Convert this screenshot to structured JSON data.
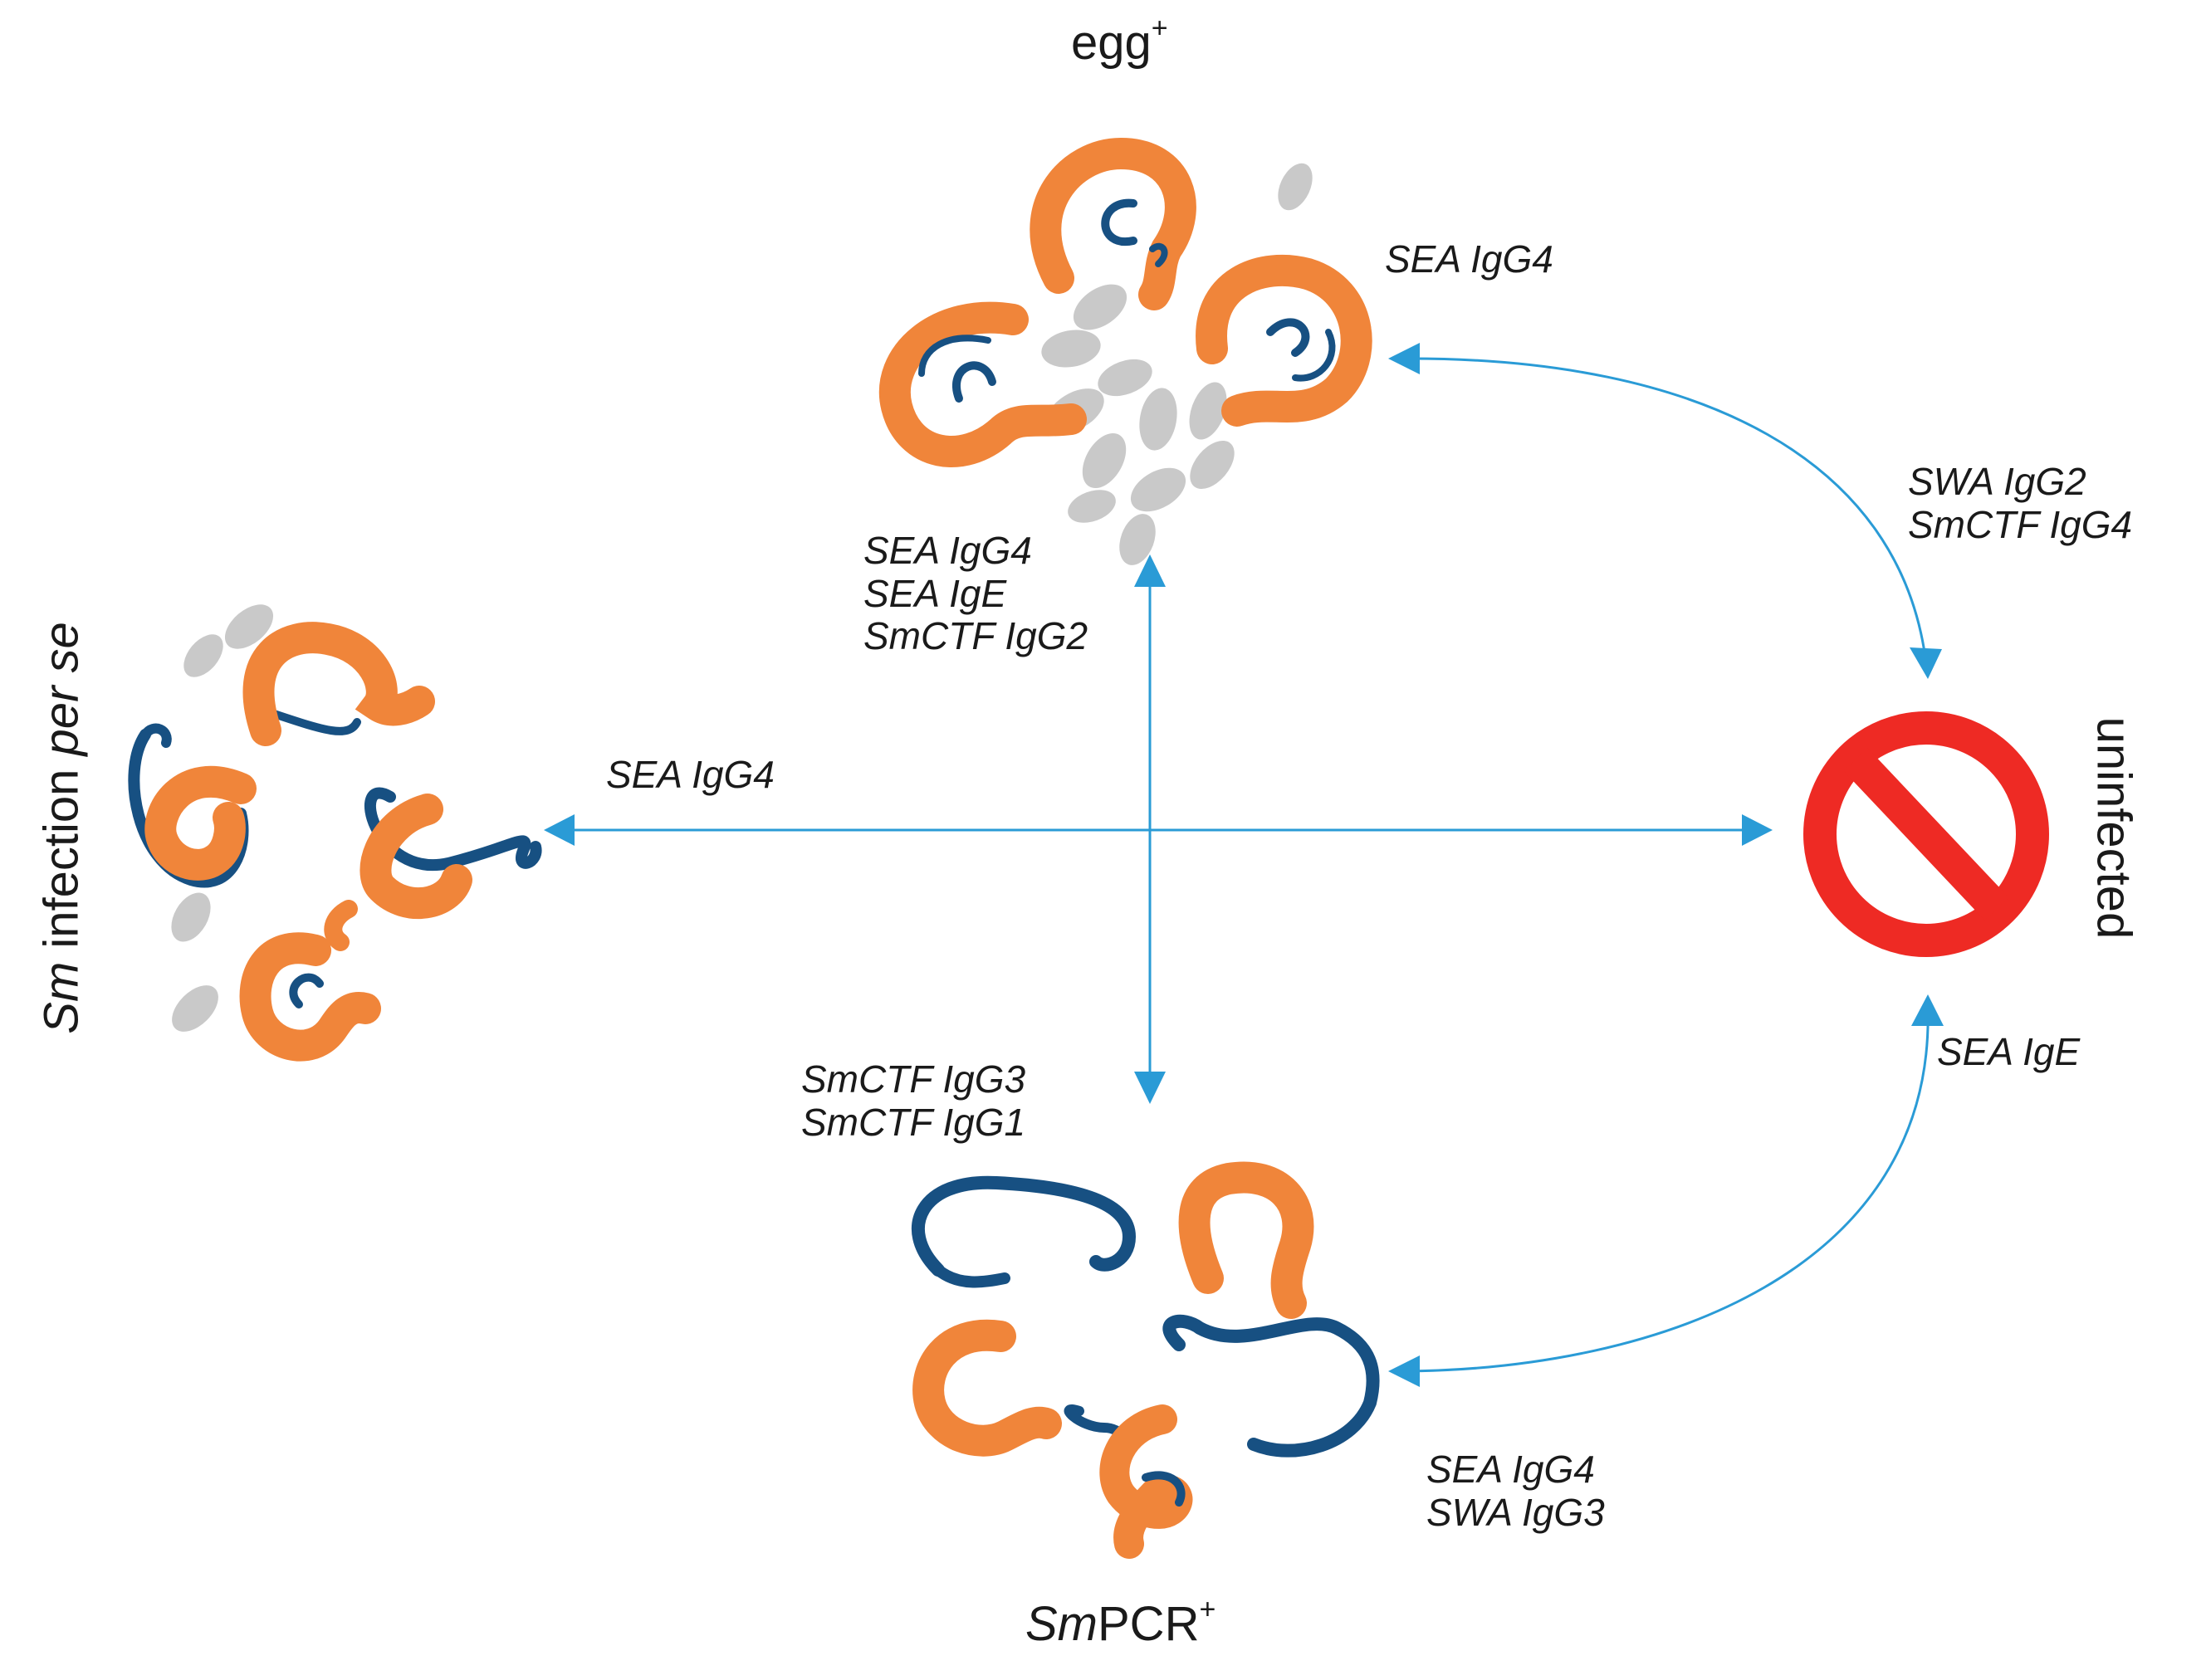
{
  "colors": {
    "arrow": "#2a9bd6",
    "male_worm": "#f0853a",
    "female_worm": "#175082",
    "egg": "#c9c9c9",
    "no_symbol": "#ee2a24"
  },
  "icons": {
    "egg_node": "egg-positive-worms-with-eggs-icon",
    "infection_node": "worms-and-eggs-infection-icon",
    "pcr_node": "worm-pairs-pcr-icon",
    "uninfected_node": "no-sign-icon"
  },
  "nodes": {
    "egg": {
      "name": "egg",
      "sup": "+"
    },
    "infection": {
      "italic": "Sm",
      "text": " infection ",
      "italic2": "per se"
    },
    "pcr": {
      "italic": "Sm",
      "text": "PCR",
      "sup": "+"
    },
    "uninfected": {
      "text": "uninfected"
    }
  },
  "labels": {
    "egg_uninfected_top": [
      "SEA IgG4"
    ],
    "egg_uninfected_right": [
      "SWA IgG2",
      "SmCTF IgG4"
    ],
    "egg_pcr": [
      "SEA IgG4",
      "SEA IgE",
      "SmCTF IgG2"
    ],
    "infection_uninfected": [
      "SEA IgG4"
    ],
    "pcr_top": [
      "SmCTF IgG3",
      "SmCTF IgG1"
    ],
    "pcr_uninfected_right": [
      "SEA IgE"
    ],
    "pcr_uninfected_bottom": [
      "SEA IgG4",
      "SWA IgG3"
    ]
  }
}
